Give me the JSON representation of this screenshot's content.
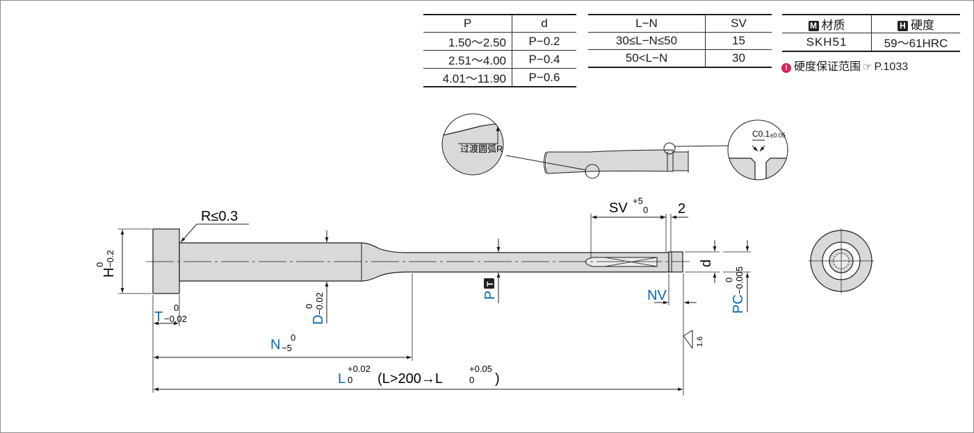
{
  "table_pd": {
    "headers": [
      "P",
      "d"
    ],
    "rows": [
      [
        "1.50～2.50",
        "P−0.2"
      ],
      [
        "2.51～4.00",
        "P−0.4"
      ],
      [
        "4.01～11.90",
        "P−0.6"
      ]
    ]
  },
  "table_ln": {
    "headers": [
      "L−N",
      "SV"
    ],
    "rows": [
      [
        "30≤L−N≤50",
        "15"
      ],
      [
        "50<L−N",
        "30"
      ]
    ]
  },
  "material": {
    "m_badge": "M",
    "m_label": "材质",
    "h_badge": "H",
    "h_label": "硬度",
    "value": "SKH51",
    "hardness": "59～61HRC",
    "note_icon": "warning-icon",
    "note_text": "硬度保证范围",
    "ref_icon": "pointing-hand-icon",
    "note_ref": "P.1033"
  },
  "detail": {
    "transition_label": "过渡圆弧R",
    "chamfer_label": "C0.1",
    "chamfer_tol": "±0.05"
  },
  "dims": {
    "r": "R≤0.3",
    "h": "H",
    "h_tol_top": "0",
    "h_tol_bot": "−0.2",
    "t": "T",
    "t_tol_top": "0",
    "t_tol_bot": "−0.02",
    "d_big": "D",
    "d_tol_top": "0",
    "d_tol_bot": "−0.02",
    "p": "P",
    "p_badge": "T",
    "n": "N",
    "n_tol_top": "0",
    "n_tol_bot": "−5",
    "l": "L",
    "l_tol_top": "+0.02",
    "l_tol_bot": "0",
    "l_cond": "(L>200→L",
    "l_cond_tol_top": "+0.05",
    "l_cond_tol_bot": "0",
    "l_cond_close": ")",
    "sv": "SV",
    "sv_tol_top": "+5",
    "sv_tol_bot": "0",
    "two": "2",
    "nv": "NV",
    "d_small": "d",
    "pc": "PC",
    "pc_tol_top": "0",
    "pc_tol_bot": "−0.005",
    "rough": "1.6"
  },
  "colors": {
    "blue": "#0068b7",
    "metal": "#d9d9d9",
    "line": "#1a1a1a"
  }
}
